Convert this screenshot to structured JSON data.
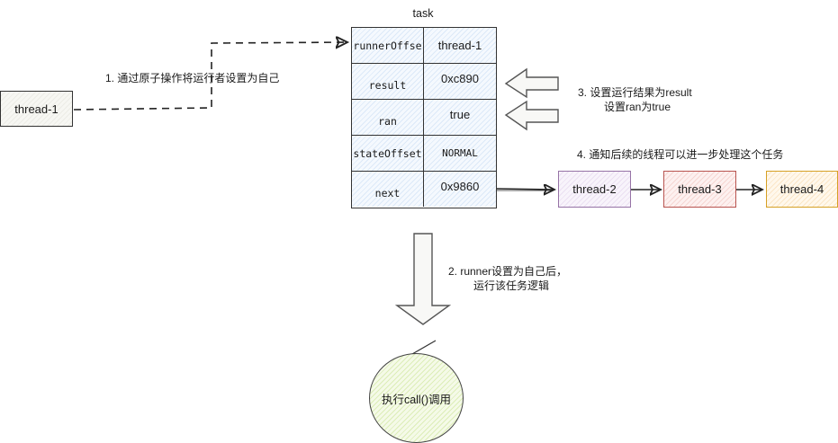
{
  "diagram": {
    "task": {
      "title": "task",
      "rows": [
        {
          "key": "runnerOffse",
          "value": "thread-1"
        },
        {
          "key": "result",
          "value": "0xc890"
        },
        {
          "key": "ran",
          "value": "true"
        },
        {
          "key": "stateOffset",
          "value": "NORMAL"
        },
        {
          "key": "next",
          "value": "0x9860"
        }
      ]
    },
    "nodes": {
      "thread1": "thread-1",
      "thread2": "thread-2",
      "thread3": "thread-3",
      "thread4": "thread-4",
      "call": "执行call()调用"
    },
    "colors": {
      "thread2_border": "#9673a6",
      "thread3_border": "#b85450",
      "thread4_border": "#d6a126",
      "task_fill": "#dae8fc",
      "call_fill": "#cdeb8b"
    },
    "annotations": {
      "step1": "1. 通过原子操作将运行者设置为自己",
      "step2_line1": "2. runner设置为自己后，",
      "step2_line2": "运行该任务逻辑",
      "step3_line1": "3. 设置运行结果为result",
      "step3_line2": "设置ran为true",
      "step4": "4. 通知后续的线程可以进一步处理这个任务"
    }
  }
}
